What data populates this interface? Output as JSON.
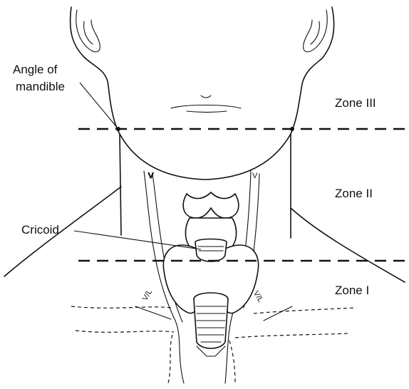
{
  "labels": {
    "angle_line1": "Angle of",
    "angle_line2": "mandible",
    "cricoid": "Cricoid"
  },
  "zones": {
    "zone3": "Zone III",
    "zone2": "Zone II",
    "zone1": "Zone I"
  },
  "vessel_marks": {
    "v_left_upper": "V",
    "v_right_upper": "V",
    "vl_left": "V/L",
    "vl_right": "V/L"
  }
}
